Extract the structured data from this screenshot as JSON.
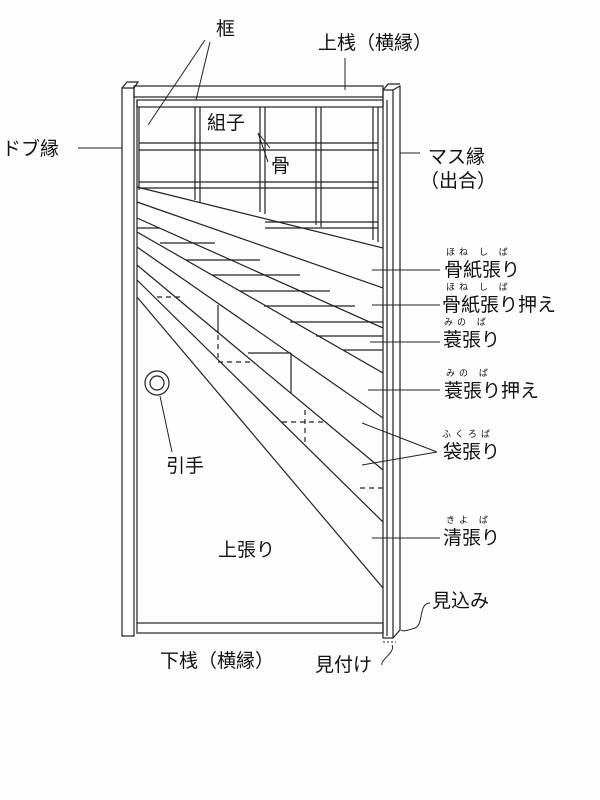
{
  "title": "襖の構造",
  "labels": {
    "kamachi": "框",
    "uesan": "上桟（横縁）",
    "dobubuchi": "ドブ縁",
    "kumiko": "組子",
    "hone": "骨",
    "masubuchi": "マス縁",
    "deai": "（出合）",
    "honeshibari": "骨紙張り",
    "honeshibari_osae": "骨紙張り押え",
    "minobari": "蓑張り",
    "minobari_osae": "蓑張り押え",
    "fukurobari": "袋張り",
    "kiyobari": "清張り",
    "hikite": "引手",
    "uwabari": "上張り",
    "mikomi": "見込み",
    "mitsuke": "見付け",
    "shitasan": "下桟（横縁）"
  },
  "ruby": {
    "honeshibari": "ほね し ば",
    "honeshibari_osae": "ほね し ば",
    "minobari": "みの ば",
    "minobari_osae": "みの ば",
    "fukurobari": "ふくろば",
    "kiyobari": "きよ ば"
  }
}
